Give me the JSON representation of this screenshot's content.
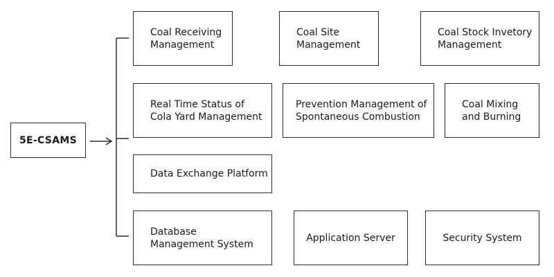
{
  "root": {
    "label": "5E-CSAMS"
  },
  "modules": [
    {
      "id": "coal-receiving-management",
      "label": "Coal Receiving\nManagement"
    },
    {
      "id": "coal-site-management",
      "label": "Coal Site\nManagement"
    },
    {
      "id": "coal-stock-inventory-management",
      "label": "Coal Stock Invetory\nManagement"
    },
    {
      "id": "real-time-status",
      "label": "Real Time Status of\nCola Yard  Management"
    },
    {
      "id": "prevention-management",
      "label": "Prevention Management of\nSpontaneous Combustion"
    },
    {
      "id": "coal-mixing-burning",
      "label": "Coal Mixing\nand  Burning"
    },
    {
      "id": "data-exchange-platform",
      "label": "Data Exchange Platform"
    },
    {
      "id": "database-management-system",
      "label": "Database\nManagement System"
    },
    {
      "id": "application-server",
      "label": "Application Server"
    },
    {
      "id": "security-system",
      "label": "Security System"
    }
  ]
}
